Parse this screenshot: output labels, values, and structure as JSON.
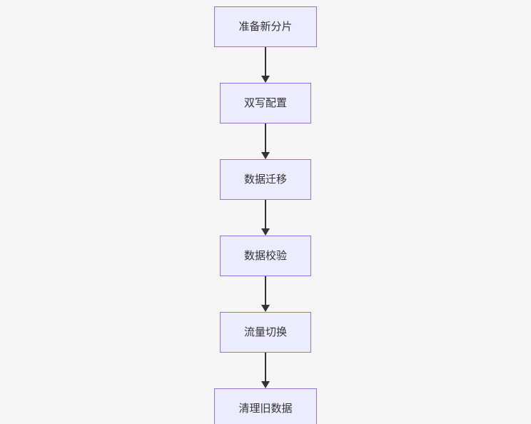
{
  "flowchart": {
    "type": "flowchart",
    "direction": "top-down",
    "nodes": [
      {
        "id": "n1",
        "label": "准备新分片"
      },
      {
        "id": "n2",
        "label": "双写配置"
      },
      {
        "id": "n3",
        "label": "数据迁移"
      },
      {
        "id": "n4",
        "label": "数据校验"
      },
      {
        "id": "n5",
        "label": "流量切换"
      },
      {
        "id": "n6",
        "label": "清理旧数据"
      }
    ],
    "edges": [
      {
        "from": "n1",
        "to": "n2",
        "label": ""
      },
      {
        "from": "n2",
        "to": "n3",
        "label": ""
      },
      {
        "from": "n3",
        "to": "n4",
        "label": ""
      },
      {
        "from": "n4",
        "to": "n5",
        "label": ""
      },
      {
        "from": "n5",
        "to": "n6",
        "label": ""
      }
    ],
    "colors": {
      "background": "#f6f6f6",
      "node_fill": "#ECECFF",
      "node_border": "#9370DB",
      "node_text": "#333333",
      "arrow": "#333333"
    }
  }
}
